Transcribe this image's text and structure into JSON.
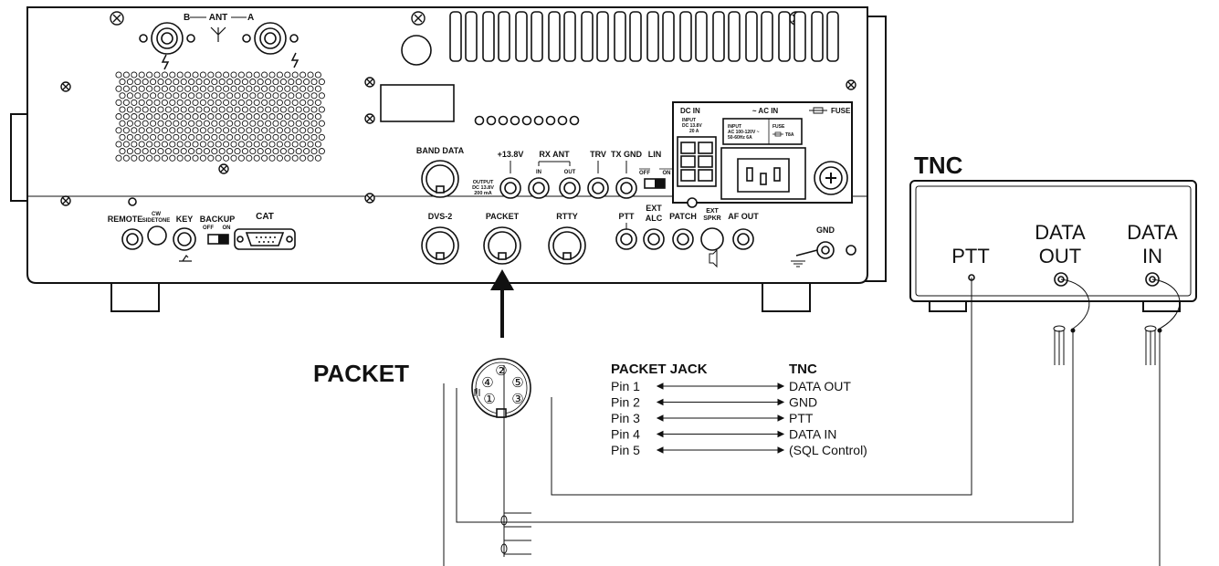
{
  "rig": {
    "ant_b": "B",
    "ant_label": "ANT",
    "ant_a": "A",
    "band_data": "BAND DATA",
    "plus_138v": "+13.8V",
    "output_line1": "OUTPUT",
    "output_line2": "DC 13.8V",
    "output_line3": "200 mA",
    "rx_ant": "RX ANT",
    "rx_in": "IN",
    "rx_out": "OUT",
    "trv": "TRV",
    "tx_gnd": "TX GND",
    "lin": "LIN",
    "lin_off": "OFF",
    "lin_on": "ON",
    "dc_in": "DC IN",
    "dc_input1": "INPUT",
    "dc_input2": "DC 13.8V",
    "dc_input3": "20 A",
    "ac_in": "~ AC IN",
    "ac_input1": "INPUT",
    "ac_input2": "AC 100-120V ~",
    "ac_input3": "50-60Hz 6A",
    "fuse_small": "FUSE",
    "fuse_rating": "T8A",
    "fuse": "FUSE",
    "remote": "REMOTE",
    "cw_sidetone1": "CW",
    "cw_sidetone2": "SIDETONE",
    "key": "KEY",
    "backup": "BACKUP",
    "backup_off": "OFF",
    "backup_on": "ON",
    "cat": "CAT",
    "dvs2": "DVS-2",
    "packet": "PACKET",
    "rtty": "RTTY",
    "ptt": "PTT",
    "ext_alc1": "EXT",
    "ext_alc2": "ALC",
    "patch": "PATCH",
    "ext_spkr1": "EXT",
    "ext_spkr2": "SPKR",
    "af_out": "AF OUT",
    "gnd": "GND"
  },
  "tnc": {
    "title": "TNC",
    "ptt": "PTT",
    "data_out_1": "DATA",
    "data_out_2": "OUT",
    "data_in_1": "DATA",
    "data_in_2": "IN"
  },
  "din": {
    "title": "PACKET",
    "pins": [
      "①",
      "②",
      "③",
      "④",
      "⑤"
    ]
  },
  "pin_table": {
    "left_header": "PACKET JACK",
    "right_header": "TNC",
    "rows": [
      {
        "pin": "Pin 1",
        "signal": "DATA OUT"
      },
      {
        "pin": "Pin 2",
        "signal": "GND"
      },
      {
        "pin": "Pin 3",
        "signal": "PTT"
      },
      {
        "pin": "Pin 4",
        "signal": "DATA IN"
      },
      {
        "pin": "Pin 5",
        "signal": "(SQL Control)"
      }
    ]
  }
}
